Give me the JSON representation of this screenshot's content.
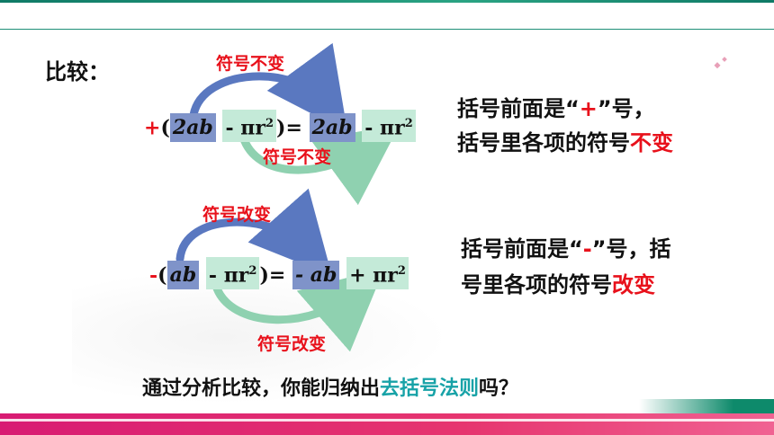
{
  "slide": {
    "compare_label": "比较：",
    "row1": {
      "top_label": "符号不变",
      "bottom_label": "符号不变",
      "sign": "+",
      "open_paren": "(",
      "lhs_term1": "2ab",
      "lhs_term2_op": "-",
      "lhs_term2": "πr",
      "exp": "2",
      "close_eq": ")=",
      "rhs_term1": "2ab",
      "rhs_term2_op": "-",
      "rhs_term2": "πr",
      "desc_line1_prefix": "括号前面是“",
      "desc_line1_sign": "+",
      "desc_line1_suffix": "”号，",
      "desc_line2_prefix": "括号里各项的符号",
      "desc_line2_highlight": "不变"
    },
    "row2": {
      "top_label": "符号改变",
      "bottom_label": "符号改变",
      "sign": "-",
      "open_paren": "(",
      "lhs_term1": "ab",
      "lhs_term2_op": "-",
      "lhs_term2": "πr",
      "exp": "2",
      "close_eq": ")=",
      "rhs_term1": "- ab",
      "rhs_term2_op": "+",
      "rhs_term2": "πr",
      "desc_line1_prefix": "括号前面是“",
      "desc_line1_sign": "-",
      "desc_line1_suffix": "”号，括",
      "desc_line2_prefix": "号里各项的符号",
      "desc_line2_highlight": "改变"
    },
    "question_prefix": "通过分析比较，你能归纳出",
    "question_highlight": "去括号法则",
    "question_suffix": "吗？"
  },
  "colors": {
    "red": "#e8111b",
    "teal": "#17a2a7",
    "blue_box": "#7f93c9",
    "mint_box": "#c4ead8",
    "arrow_blue": "#5a78c0",
    "arrow_green": "#8fd1b0",
    "bottom_bar": "#d81b73",
    "top_line": "#1f8f78"
  }
}
